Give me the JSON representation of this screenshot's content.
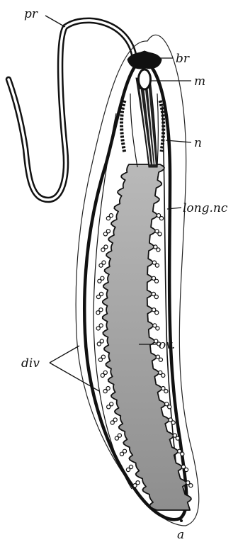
{
  "figure": {
    "labels": {
      "pr": "pr",
      "br": "br",
      "m": "m",
      "n": "n",
      "long_nc": "long.nc",
      "ov": "ov.",
      "div": "div",
      "a": "a"
    },
    "colors": {
      "ink": "#111111",
      "gut_fill": "#a9a9a9",
      "paper": "#ffffff"
    }
  }
}
